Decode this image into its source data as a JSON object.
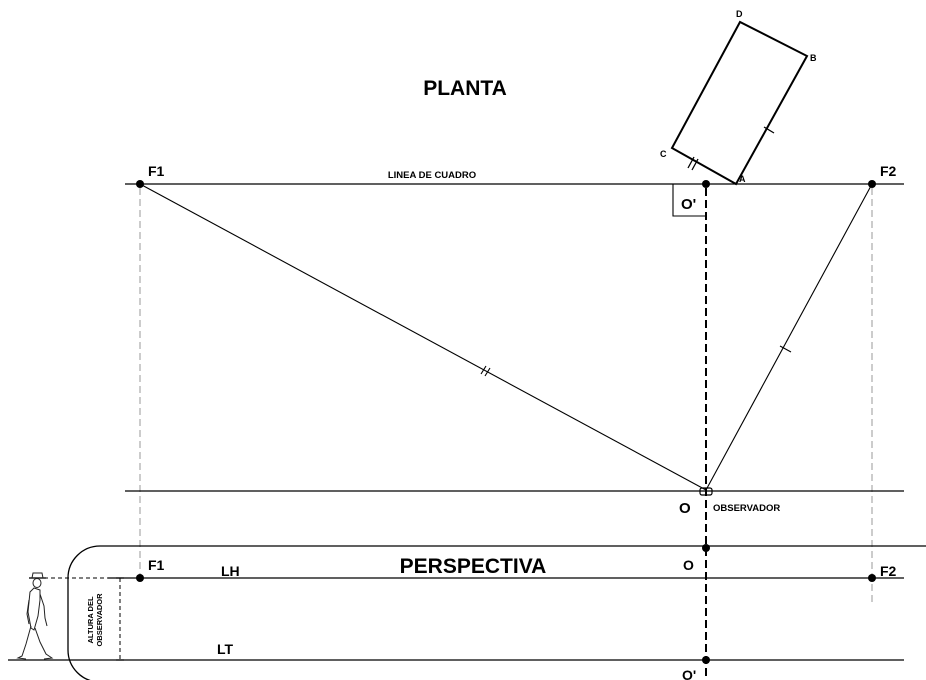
{
  "titles": {
    "plan": "PLANTA",
    "perspective": "PERSPECTIVA"
  },
  "plan": {
    "picture_line_label": "LINEA DE CUADRO",
    "vanishing_left": "F1",
    "vanishing_right": "F2",
    "station_point": "O",
    "observer_label": "OBSERVADOR",
    "projection_point": "O'",
    "corners": [
      "A",
      "B",
      "C",
      "D"
    ]
  },
  "perspective": {
    "vanishing_left": "F1",
    "vanishing_right": "F2",
    "horizon_label": "LH",
    "ground_label": "LT",
    "center_top": "O",
    "center_bottom": "O'",
    "observer_height_label": [
      "ALTURA DEL",
      "OBSERVADOR"
    ]
  }
}
